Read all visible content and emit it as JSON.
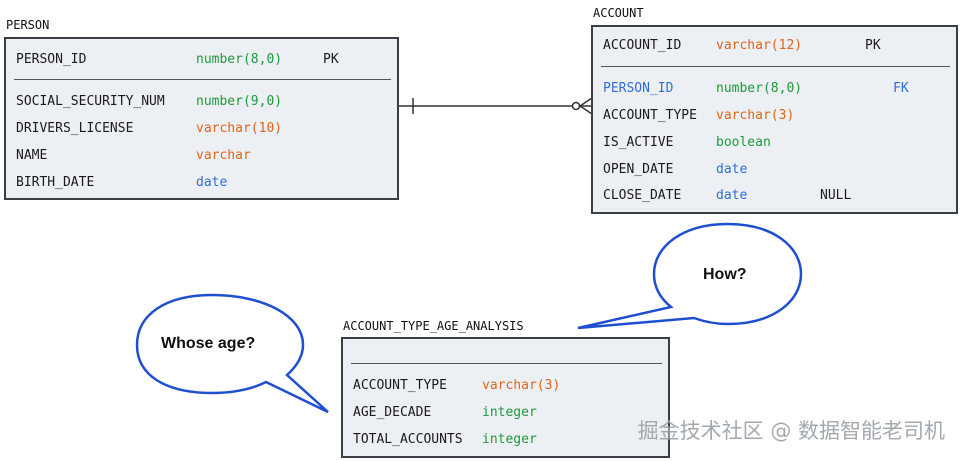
{
  "person": {
    "title": "PERSON",
    "rows": [
      {
        "name": "PERSON_ID",
        "type": "number(8,0)",
        "key": "PK"
      },
      {
        "name": "SOCIAL_SECURITY_NUM",
        "type": "number(9,0)",
        "key": ""
      },
      {
        "name": "DRIVERS_LICENSE",
        "type": "varchar(10)",
        "key": ""
      },
      {
        "name": "NAME",
        "type": "varchar",
        "key": ""
      },
      {
        "name": "BIRTH_DATE",
        "type": "date",
        "key": ""
      }
    ]
  },
  "account": {
    "title": "ACCOUNT",
    "rows": [
      {
        "name": "ACCOUNT_ID",
        "type": "varchar(12)",
        "key": "PK"
      },
      {
        "name": "PERSON_ID",
        "type": "number(8,0)",
        "key": "FK"
      },
      {
        "name": "ACCOUNT_TYPE",
        "type": "varchar(3)",
        "key": ""
      },
      {
        "name": "IS_ACTIVE",
        "type": "boolean",
        "key": ""
      },
      {
        "name": "OPEN_DATE",
        "type": "date",
        "key": ""
      },
      {
        "name": "CLOSE_DATE",
        "type": "date",
        "key": "NULL"
      }
    ]
  },
  "analysis": {
    "title": "ACCOUNT_TYPE_AGE_ANALYSIS",
    "rows": [
      {
        "name": "ACCOUNT_TYPE",
        "type": "varchar(3)",
        "key": ""
      },
      {
        "name": "AGE_DECADE",
        "type": "integer",
        "key": ""
      },
      {
        "name": "TOTAL_ACCOUNTS",
        "type": "integer",
        "key": ""
      }
    ]
  },
  "bubbles": {
    "whose_age": "Whose age?",
    "how": "How?"
  },
  "watermark": "掘金技术社区 @ 数据智能老司机",
  "colors": {
    "number": "#1f9a3a",
    "varchar": "#e0651a",
    "date": "#2f6fd3",
    "fk": "#2f6fd3",
    "bubble_border": "#1f4fd1",
    "table_border": "#3b3f45",
    "table_fill": "#eceff3"
  }
}
